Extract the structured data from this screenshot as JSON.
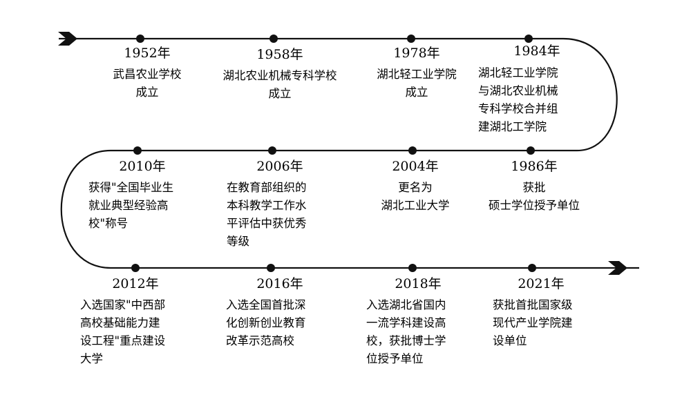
{
  "events": [
    {
      "year": "1952年",
      "text": "武昌农业学校\n成立"
    },
    {
      "year": "1958年",
      "text": "湖北农业机械专科学校\n成立"
    },
    {
      "year": "1978年",
      "text": "湖北轻工业学院\n成立"
    },
    {
      "year": "1984年",
      "text": "湖北轻工业学院\n与湖北农业机械\n专科学校合并组\n建湖北工学院"
    },
    {
      "year": "1986年",
      "text": "获批\n硕士学位授予单位"
    },
    {
      "year": "2004年",
      "text": "更名为\n湖北工业大学"
    },
    {
      "year": "2006年",
      "text": "在教育部组织的\n本科教学工作水\n平评估中获优秀\n等级"
    },
    {
      "year": "2010年",
      "text": "获得\"全国毕业生\n就业典型经验高\n校\"称号"
    },
    {
      "year": "2012年",
      "text": "入选国家\"中西部\n高校基础能力建\n设工程\"重点建设\n大学"
    },
    {
      "year": "2016年",
      "text": "入选全国首批深\n化创新创业教育\n改革示范高校"
    },
    {
      "year": "2018年",
      "text": "入选湖北省国内\n一流学科建设高\n校，获批博士学\n位授予单位"
    },
    {
      "year": "2021年",
      "text": "获批首批国家级\n现代产业学院建\n设单位"
    }
  ],
  "colors": {
    "line": "#111111",
    "dot": "#111111"
  }
}
